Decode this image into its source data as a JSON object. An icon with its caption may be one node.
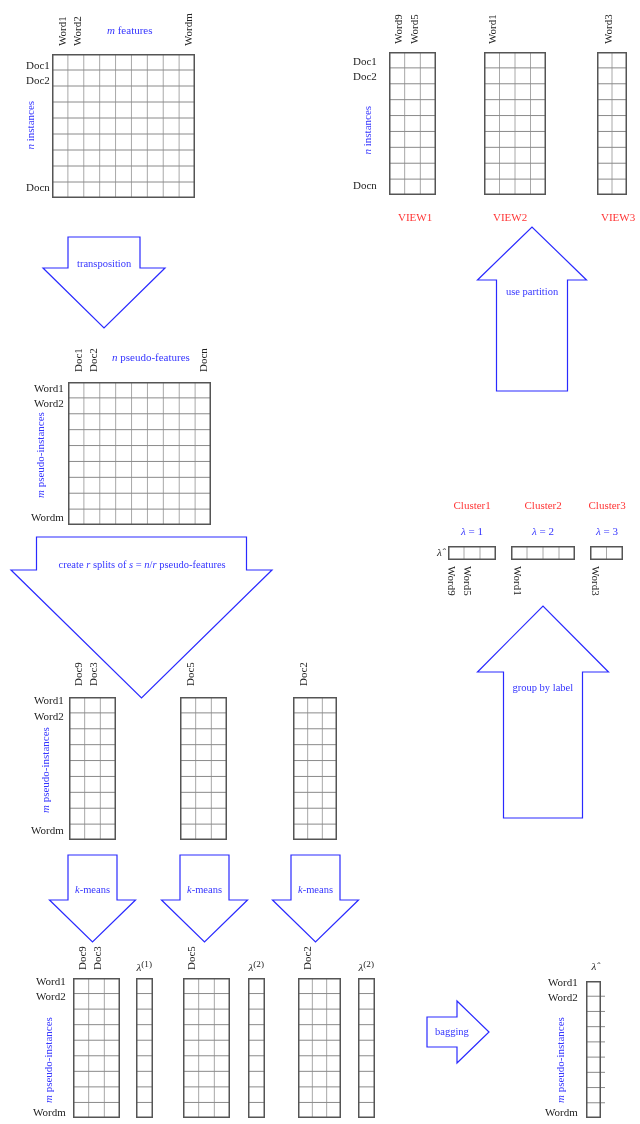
{
  "diagram": {
    "nodes": [
      {
        "text": [],
        "shape": "grid",
        "beside": [
          "Word1",
          "Word2",
          "*m* features",
          "Wordm",
          "Doc1",
          "Doc2",
          "*n* instances",
          "Docn"
        ]
      },
      {
        "text": [],
        "shape": "grid",
        "beside": [
          "Word9",
          "Word5",
          "Doc1",
          "Doc2",
          "*n* instances",
          "Docn",
          "VIEW1"
        ]
      },
      {
        "text": [],
        "shape": "grid",
        "beside": [
          "Word1",
          "VIEW2"
        ]
      },
      {
        "text": [],
        "shape": "grid",
        "beside": [
          "Word3",
          "VIEW3"
        ]
      },
      {
        "text": [],
        "shape": "grid",
        "beside": [
          "Doc1",
          "Doc2",
          "*n* pseudo-features",
          "Docn",
          "Word1",
          "Word2",
          "*m* pseudo-instances",
          "Wordm"
        ]
      },
      {
        "text": [],
        "shape": "grid",
        "beside": [
          "Cluster1",
          "*λ* = 1",
          "*λ̂*",
          "Word9",
          "Word5"
        ]
      },
      {
        "text": [],
        "shape": "grid",
        "beside": [
          "Cluster2",
          "*λ* = 2",
          "Word1"
        ]
      },
      {
        "text": [],
        "shape": "grid",
        "beside": [
          "Cluster3",
          "*λ* = 3",
          "Word3"
        ]
      },
      {
        "text": [],
        "shape": "grid",
        "beside": [
          "Doc9",
          "Doc3",
          "Word1",
          "Word2",
          "*m* pseudo-instances",
          "Wordm"
        ]
      },
      {
        "text": [],
        "shape": "grid",
        "beside": [
          "Doc5"
        ]
      },
      {
        "text": [],
        "shape": "grid",
        "beside": [
          "Doc2"
        ]
      },
      {
        "text": [],
        "shape": "grid",
        "beside": [
          "Doc9",
          "Doc3",
          "Word1",
          "Word2",
          "*m* pseudo-instances",
          "Wordm"
        ]
      },
      {
        "text": [],
        "shape": "grid",
        "beside": [
          "*λ*$^{(1)}$"
        ]
      },
      {
        "text": [],
        "shape": "grid",
        "beside": [
          "Doc5"
        ]
      },
      {
        "text": [],
        "shape": "grid",
        "beside": [
          "*λ*$^{(2)}$"
        ]
      },
      {
        "text": [],
        "shape": "grid",
        "beside": [
          "Doc2"
        ]
      },
      {
        "text": [],
        "shape": "grid",
        "beside": [
          "*λ*$^{(2)}$"
        ]
      },
      {
        "text": [],
        "shape": "grid",
        "beside": [
          "*λ̂*",
          "Word1",
          "Word2",
          "*m* pseudo-instances",
          "Wordm"
        ]
      }
    ],
    "edges": [
      {
        "from": 0,
        "to": 4,
        "arrow": "to",
        "label": "transposition"
      },
      {
        "from": 4,
        "to": null,
        "arrow": "to",
        "label": "create *r* splits of *s* = *n*/*r* pseudo-features"
      },
      {
        "from": null,
        "to": 2,
        "arrow": "to",
        "label": "use partition"
      },
      {
        "from": 8,
        "to": 11,
        "arrow": "to",
        "label": "*k*-means"
      },
      {
        "from": 9,
        "to": 13,
        "arrow": "to",
        "label": "*k*-means"
      },
      {
        "from": 10,
        "to": 15,
        "arrow": "to",
        "label": "*k*-means"
      },
      {
        "from": null,
        "to": 6,
        "arrow": "to",
        "label": "group by label"
      },
      {
        "from": 16,
        "to": 17,
        "arrow": "to",
        "label": "bagging"
      }
    ]
  }
}
